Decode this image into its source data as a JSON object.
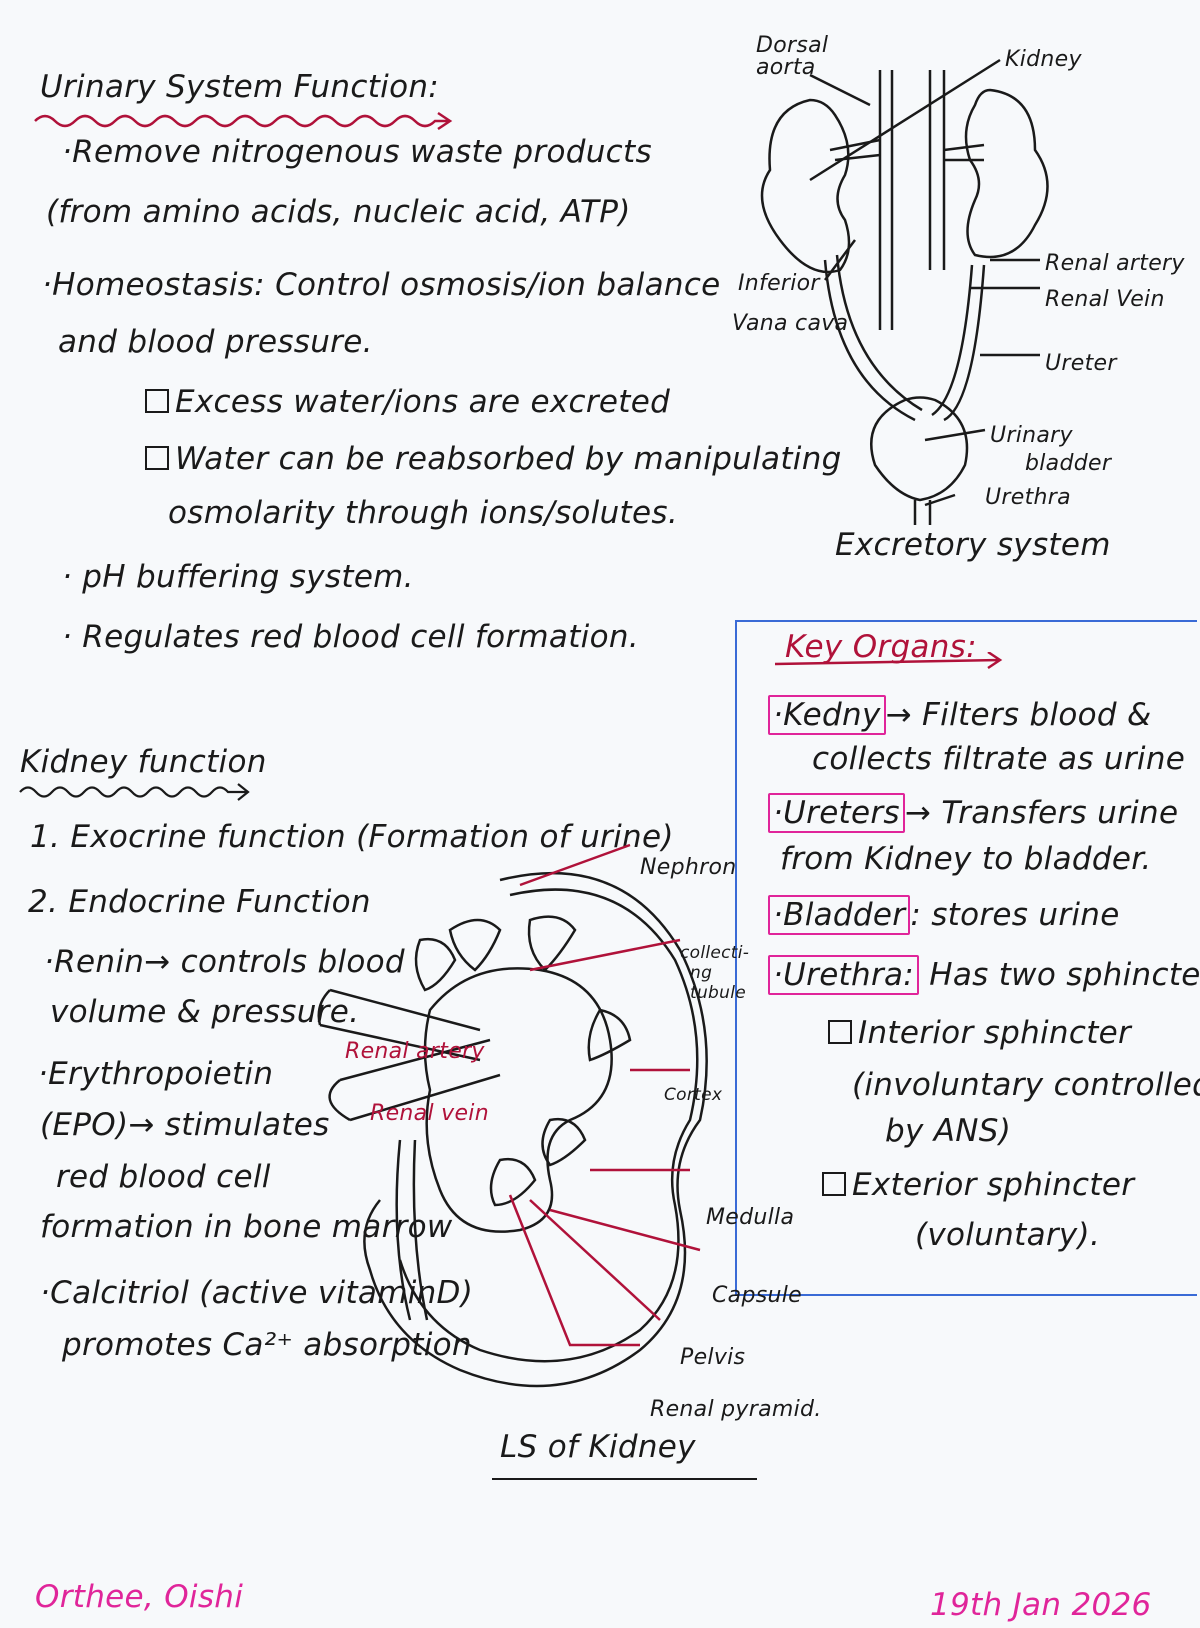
{
  "urinary": {
    "heading": "Urinary System Function:",
    "b1_line1": "·Remove nitrogenous waste products",
    "b1_line2": "(from amino acids, nucleic acid, ATP)",
    "b2_line1": "·Homeostasis: Control osmosis/ion balance",
    "b2_line2": "and blood pressure.",
    "sub1": "Excess water/ions are excreted",
    "sub2_line1": "Water can be reabsorbed by manipulating",
    "sub2_line2": "osmolarity through ions/solutes.",
    "b3": "· pH buffering system.",
    "b4": "· Regulates red blood cell formation."
  },
  "excretory_diagram": {
    "labels": {
      "dorsal_aorta_1": "Dorsal",
      "dorsal_aorta_2": "aorta",
      "kidney": "Kidney",
      "inferior_1": "Inferior",
      "inferior_2": "Vana cava",
      "renal_artery": "Renal artery",
      "renal_vein": "Renal Vein",
      "ureter": "Ureter",
      "bladder_1": "Urinary",
      "bladder_2": "bladder",
      "urethra": "Urethra"
    },
    "caption": "Excretory system"
  },
  "key_organs": {
    "heading": "Key Organs:",
    "kidney_tag": "·Kedny",
    "kidney_line1": "→ Filters blood &",
    "kidney_line2": "collects filtrate as urine",
    "ureters_tag": "·Ureters",
    "ureters_line1": "→ Transfers urine",
    "ureters_line2": "from Kidney to bladder.",
    "bladder_tag": "·Bladder",
    "bladder_text": ": stores urine",
    "urethra_tag": "·Urethra:",
    "urethra_text": " Has two sphincters",
    "interior_line1": "Interior sphincter",
    "interior_line2": "(involuntary controlled",
    "interior_line3": "by ANS)",
    "exterior_line1": "Exterior sphincter",
    "exterior_line2": "(voluntary)."
  },
  "kidney_function": {
    "heading": "Kidney function",
    "l1": "1. Exocrine function (Formation of urine)",
    "l2": "2. Endocrine Function",
    "renin_1": "·Renin→ controls blood",
    "renin_2": "volume & pressure.",
    "epo_1": "·Erythropoietin",
    "epo_2": "(EPO)→ stimulates",
    "epo_3": "red blood cell",
    "epo_4": "formation in bone marrow",
    "cal_1": "·Calcitriol (active vitaminD)",
    "cal_2": "promotes Ca²⁺ absorption"
  },
  "ls_diagram": {
    "labels": {
      "nephron": "Nephron",
      "collecting_1": "collecti-",
      "collecting_2": "ng",
      "collecting_3": "tubule",
      "renal_artery": "Renal artery",
      "renal_vein": "Renal vein",
      "cortex": "Cortex",
      "medulla": "Medulla",
      "capsule": "Capsule",
      "pelvis": "Pelvis",
      "renal_pyramid": "Renal pyramid."
    },
    "caption": "LS of Kidney"
  },
  "footer": {
    "author": "Orthee, Oishi",
    "date": "19th Jan 2026"
  },
  "colors": {
    "ink": "#1a1a1a",
    "red_ink": "#b0123a",
    "pink_ink": "#e0259a",
    "blue_box": "#3a6bd6",
    "paper": "#f7f9fb"
  }
}
